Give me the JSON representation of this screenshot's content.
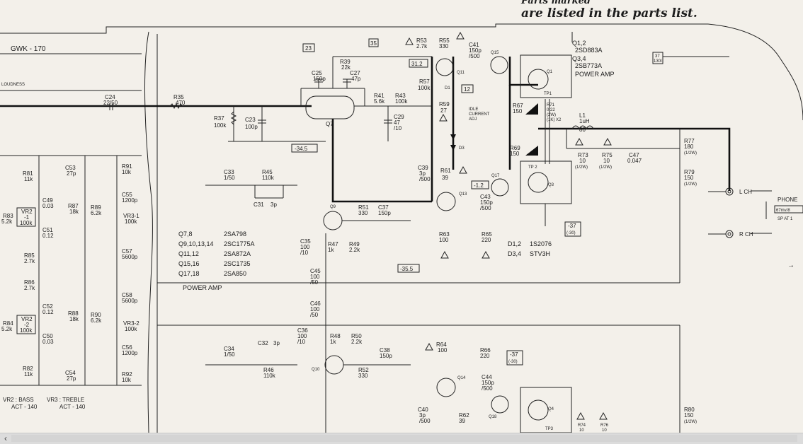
{
  "header_note": "are listed in the parts list.",
  "note_partial": "Parts marked",
  "wire_labels": {
    "gwk": "GWK - 170",
    "loudness": "LOUDNESS",
    "lch": "L CH",
    "rch": "R CH",
    "phone": "PHONE",
    "phone_level": "67mv/8",
    "phone_sp": "SP AT 1"
  },
  "box_labels": {
    "b23": "23",
    "b35": "35",
    "b37": "37",
    "b37sub": "130I",
    "tp1": "TP1",
    "tp2": "TP 2",
    "tp3": "TP3",
    "idle": "IDLE",
    "idle2": "CURRENT",
    "idle3": "ADJ",
    "d1": "D1",
    "d3": "D3"
  },
  "transistor_list": [
    {
      "ref": "Q7,8",
      "part": "2SA798"
    },
    {
      "ref": "Q9,10,13,14",
      "part": "2SC1775A"
    },
    {
      "ref": "Q11,12",
      "part": "2SA872A"
    },
    {
      "ref": "Q15,16",
      "part": "2SC1735"
    },
    {
      "ref": "Q17,18",
      "part": "2SA850"
    }
  ],
  "transistor_list_title": "POWER AMP",
  "output_list": [
    {
      "ref": "Q1,2",
      "part": "2SD883A"
    },
    {
      "ref": "Q3,4",
      "part": "2SB773A"
    }
  ],
  "output_list_title": "POWER AMP",
  "diode_list": [
    {
      "ref": "D1,2",
      "part": "1S2076"
    },
    {
      "ref": "D3,4",
      "part": "STV3H"
    }
  ],
  "voltages": {
    "v1": "-34.5",
    "v2": "-1.2",
    "v3": "-35.5",
    "v4": "-37",
    "v4b": "(-30)",
    "v5": "-37",
    "v5b": "(-30)",
    "v6": "31.2",
    "v7": "12"
  },
  "controls": {
    "vr2": "VR2 : BASS",
    "vr2b": "ACT - 140",
    "vr3": "VR3 : TREBLE",
    "vr3b": "ACT - 140"
  },
  "components": {
    "c24": [
      "C24",
      "22/50"
    ],
    "r35": [
      "R35",
      "470"
    ],
    "r37": [
      "R37",
      "100k"
    ],
    "c23": [
      "C23",
      "100p"
    ],
    "c25": [
      "C25",
      "150p"
    ],
    "r39": [
      "R39",
      "22k"
    ],
    "c27": [
      "C27",
      "47p"
    ],
    "q7": [
      "Q7"
    ],
    "r41": [
      "R41",
      "5.6k"
    ],
    "r43": [
      "R43",
      "100k"
    ],
    "c29": [
      "C29",
      "47",
      "/10"
    ],
    "r53": [
      "R53",
      "2.7k"
    ],
    "r55": [
      "R55",
      "330"
    ],
    "c41": [
      "C41",
      "150p",
      "/500"
    ],
    "q11": [
      "Q11"
    ],
    "q15": [
      "Q15"
    ],
    "r57": [
      "R57",
      "100k"
    ],
    "r59": [
      "R59",
      "27"
    ],
    "r67": [
      "R67",
      "150"
    ],
    "r71": [
      "R71",
      "0.22",
      "(2W)",
      "(1K) X2"
    ],
    "l1": [
      "L1",
      "1uH",
      "80"
    ],
    "r69": [
      "R69",
      "150"
    ],
    "q1": [
      "Q1"
    ],
    "q3": [
      "Q3"
    ],
    "q17": [
      "Q17"
    ],
    "q13": [
      "Q13"
    ],
    "r73": [
      "R73",
      "10",
      "(1/2W)"
    ],
    "r75": [
      "R75",
      "10",
      "(1/2W)"
    ],
    "c47": [
      "C47",
      "0.047"
    ],
    "r77": [
      "R77",
      "180",
      "(1/2W)"
    ],
    "r79": [
      "R79",
      "150",
      "(1/2W)"
    ],
    "r80": [
      "R80",
      "150",
      "(1/2W)"
    ],
    "c33": [
      "C33",
      "1/50"
    ],
    "r45": [
      "R45",
      "110k"
    ],
    "c31": [
      "C31",
      "3p"
    ],
    "c39": [
      "C39",
      "3p",
      "/500"
    ],
    "r61": [
      "R61",
      "39"
    ],
    "q9": [
      "Q9"
    ],
    "r51": [
      "R51",
      "330"
    ],
    "c37": [
      "C37",
      "150p"
    ],
    "c43": [
      "C43",
      "150p",
      "/500"
    ],
    "c35": [
      "C35",
      "100",
      "/10"
    ],
    "r47": [
      "R47",
      "1k"
    ],
    "r49": [
      "R49",
      "2.2k"
    ],
    "r63": [
      "R63",
      "100"
    ],
    "r65": [
      "R65",
      "220"
    ],
    "c53": [
      "C53",
      "27p"
    ],
    "r81": [
      "R81",
      "11k"
    ],
    "r91": [
      "R91",
      "10k"
    ],
    "c55": [
      "C55",
      "1200p"
    ],
    "c49": [
      "C49",
      "0.03"
    ],
    "r87": [
      "R87",
      "18k"
    ],
    "r89": [
      "R89",
      "6.2k"
    ],
    "vr31": [
      "VR3-1",
      "100k"
    ],
    "r83": [
      "R83",
      "5.2k"
    ],
    "vr21": [
      "VR2",
      "-1",
      "100k"
    ],
    "c51": [
      "C51",
      "0.12"
    ],
    "r85": [
      "R85",
      "2.7k"
    ],
    "c57": [
      "C57",
      "5600p"
    ],
    "r86": [
      "R86",
      "2.7k"
    ],
    "c58": [
      "C58",
      "5600p"
    ],
    "c52": [
      "C52",
      "0.12"
    ],
    "r88": [
      "R88",
      "18k"
    ],
    "r90": [
      "R90",
      "6.2k"
    ],
    "vr32": [
      "VR3-2",
      "100k"
    ],
    "r84": [
      "R84",
      "5.2k"
    ],
    "vr22": [
      "VR2",
      "-2",
      "100k"
    ],
    "c50": [
      "C50",
      "0.03"
    ],
    "c56": [
      "C56",
      "1200p"
    ],
    "r82": [
      "R82",
      "11k"
    ],
    "c54": [
      "C54",
      "27p"
    ],
    "r92": [
      "R92",
      "10k"
    ],
    "c45": [
      "C45",
      "100",
      "/50"
    ],
    "c46": [
      "C46",
      "100",
      "/50"
    ],
    "c36": [
      "C36",
      "100",
      "/10"
    ],
    "r48": [
      "R48",
      "1k"
    ],
    "r50": [
      "R50",
      "2.2k"
    ],
    "c34": [
      "C34",
      "1/50"
    ],
    "c32": [
      "C32",
      "3p"
    ],
    "r46": [
      "R46",
      "110k"
    ],
    "q10": [
      "Q10"
    ],
    "c38": [
      "C38",
      "150p"
    ],
    "r52": [
      "R52",
      "330"
    ],
    "r64": [
      "R64",
      "100"
    ],
    "r66": [
      "R66",
      "220"
    ],
    "q14": [
      "Q14"
    ],
    "c44": [
      "C44",
      "150p",
      "/500"
    ],
    "c40": [
      "C40",
      "3p",
      "/500"
    ],
    "r62": [
      "R62",
      "39"
    ],
    "q18": [
      "Q18"
    ],
    "q4": [
      "Q4"
    ],
    "r74": [
      "R74",
      "10"
    ],
    "r76": [
      "R76",
      "10"
    ]
  },
  "colors": {
    "paper": "#f3f0ea",
    "ink": "#1d1d1d",
    "scrollbar": "#dcdcdc"
  },
  "scroll": {
    "left_arrow": "‹"
  }
}
